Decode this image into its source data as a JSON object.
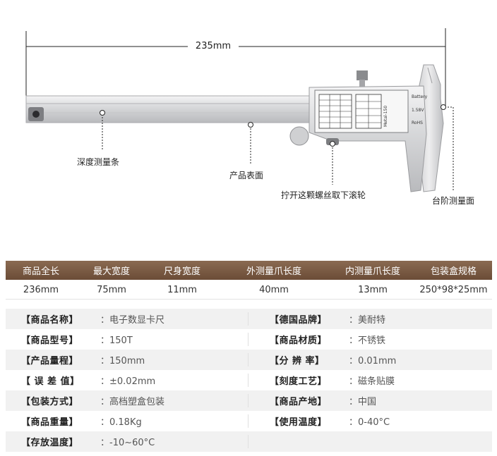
{
  "diagram": {
    "dimension_label": "235mm",
    "callouts": {
      "depth_rod": "深度测量条",
      "product_surface": "产品表面",
      "screw": "拧开这颗螺丝取下滚轮",
      "step_face": "台阶测量面"
    },
    "display_panel": {
      "battery_text": "Battery",
      "voltage_text": "1.58V",
      "rohs_text": "RoHS",
      "model_text": "Metal-150"
    }
  },
  "specs": {
    "headers": [
      "商品全长",
      "最大宽度",
      "尺身宽度",
      "外测量爪长度",
      "内测量爪长度",
      "包装盒规格"
    ],
    "values": [
      "236mm",
      "75mm",
      "11mm",
      "40mm",
      "13mm",
      "250*98*25mm"
    ]
  },
  "attributes": [
    {
      "left_key": "【商品名称】",
      "left_val": "：电子数显卡尺",
      "right_key": "【德国品牌】",
      "right_val": "：美耐特"
    },
    {
      "left_key": "【商品型号】",
      "left_val": "：150T",
      "right_key": "【商品材质】",
      "right_val": "：不锈铁"
    },
    {
      "left_key": "【产品量程】",
      "left_val": "：150mm",
      "right_key": "【分 辨 率】",
      "right_val": "：0.01mm"
    },
    {
      "left_key": "【 误 差 值】",
      "left_val": "：±0.02mm",
      "right_key": "【刻度工艺】",
      "right_val": "：磁条贴膜"
    },
    {
      "left_key": "【包装方式】",
      "left_val": "：高档塑盒包装",
      "right_key": "【商品产地】",
      "right_val": "：中国"
    },
    {
      "left_key": "【商品重量】",
      "left_val": "：0.18Kg",
      "right_key": "【使用温度】",
      "right_val": "：0-40°C"
    },
    {
      "left_key": "【存放温度】",
      "left_val": "：-10~60°C",
      "right_key": "",
      "right_val": ""
    }
  ],
  "colors": {
    "header_bg": "#7a5a44",
    "row_shade": "#f1f1f1",
    "steel": "#d9dadc"
  }
}
